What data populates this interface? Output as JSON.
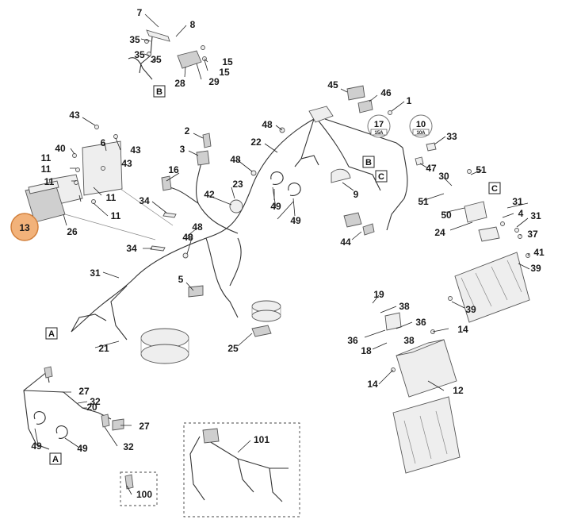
{
  "callouts": {
    "c7": "7",
    "c8": "8",
    "c35a": "35",
    "c35b": "35",
    "c35c": "35",
    "c28": "28",
    "c29": "29",
    "c15a": "15",
    "c15b": "15",
    "c45": "45",
    "c46": "46",
    "c1": "1",
    "c43a": "43",
    "c43b": "43",
    "c40": "40",
    "c6": "6",
    "c11a": "11",
    "c11b": "11",
    "c11c": "11",
    "c11d": "11",
    "c13": "13",
    "c26": "26",
    "c2": "2",
    "c3": "3",
    "c16": "16",
    "c34a": "34",
    "c34b": "34",
    "c42": "42",
    "c23": "23",
    "c48a": "48",
    "c48b": "48",
    "c48c": "48",
    "c48d": "48",
    "c22": "22",
    "c49a": "49",
    "c49b": "49",
    "c49c": "49",
    "c49d": "49",
    "c9": "9",
    "c44": "44",
    "c33": "33",
    "c47": "47",
    "c30": "30",
    "c51a": "51",
    "c51b": "51",
    "c31a": "31",
    "c31b": "31",
    "c31c": "31",
    "c50": "50",
    "c4": "4",
    "c24": "24",
    "c37": "37",
    "c41": "41",
    "c39a": "39",
    "c39b": "39",
    "c5": "5",
    "c21": "21",
    "c25": "25",
    "c19": "19",
    "c38a": "38",
    "c38b": "38",
    "c36a": "36",
    "c36b": "36",
    "c18": "18",
    "c14a": "14",
    "c14b": "14",
    "c12": "12",
    "c27a": "27",
    "c27b": "27",
    "c32a": "32",
    "c32b": "32",
    "c20": "20",
    "c101": "101",
    "c100": "100"
  },
  "fuses": {
    "f17": {
      "number": "17",
      "rating": "15A"
    },
    "f10": {
      "number": "10",
      "rating": "10A"
    }
  },
  "view_markers": {
    "b1": "B",
    "b2": "B",
    "c1": "C",
    "c2": "C",
    "a1": "A",
    "a2": "A"
  },
  "colors": {
    "highlight": "#f2b27a",
    "highlight_border": "#d2803c",
    "line": "#222222"
  }
}
